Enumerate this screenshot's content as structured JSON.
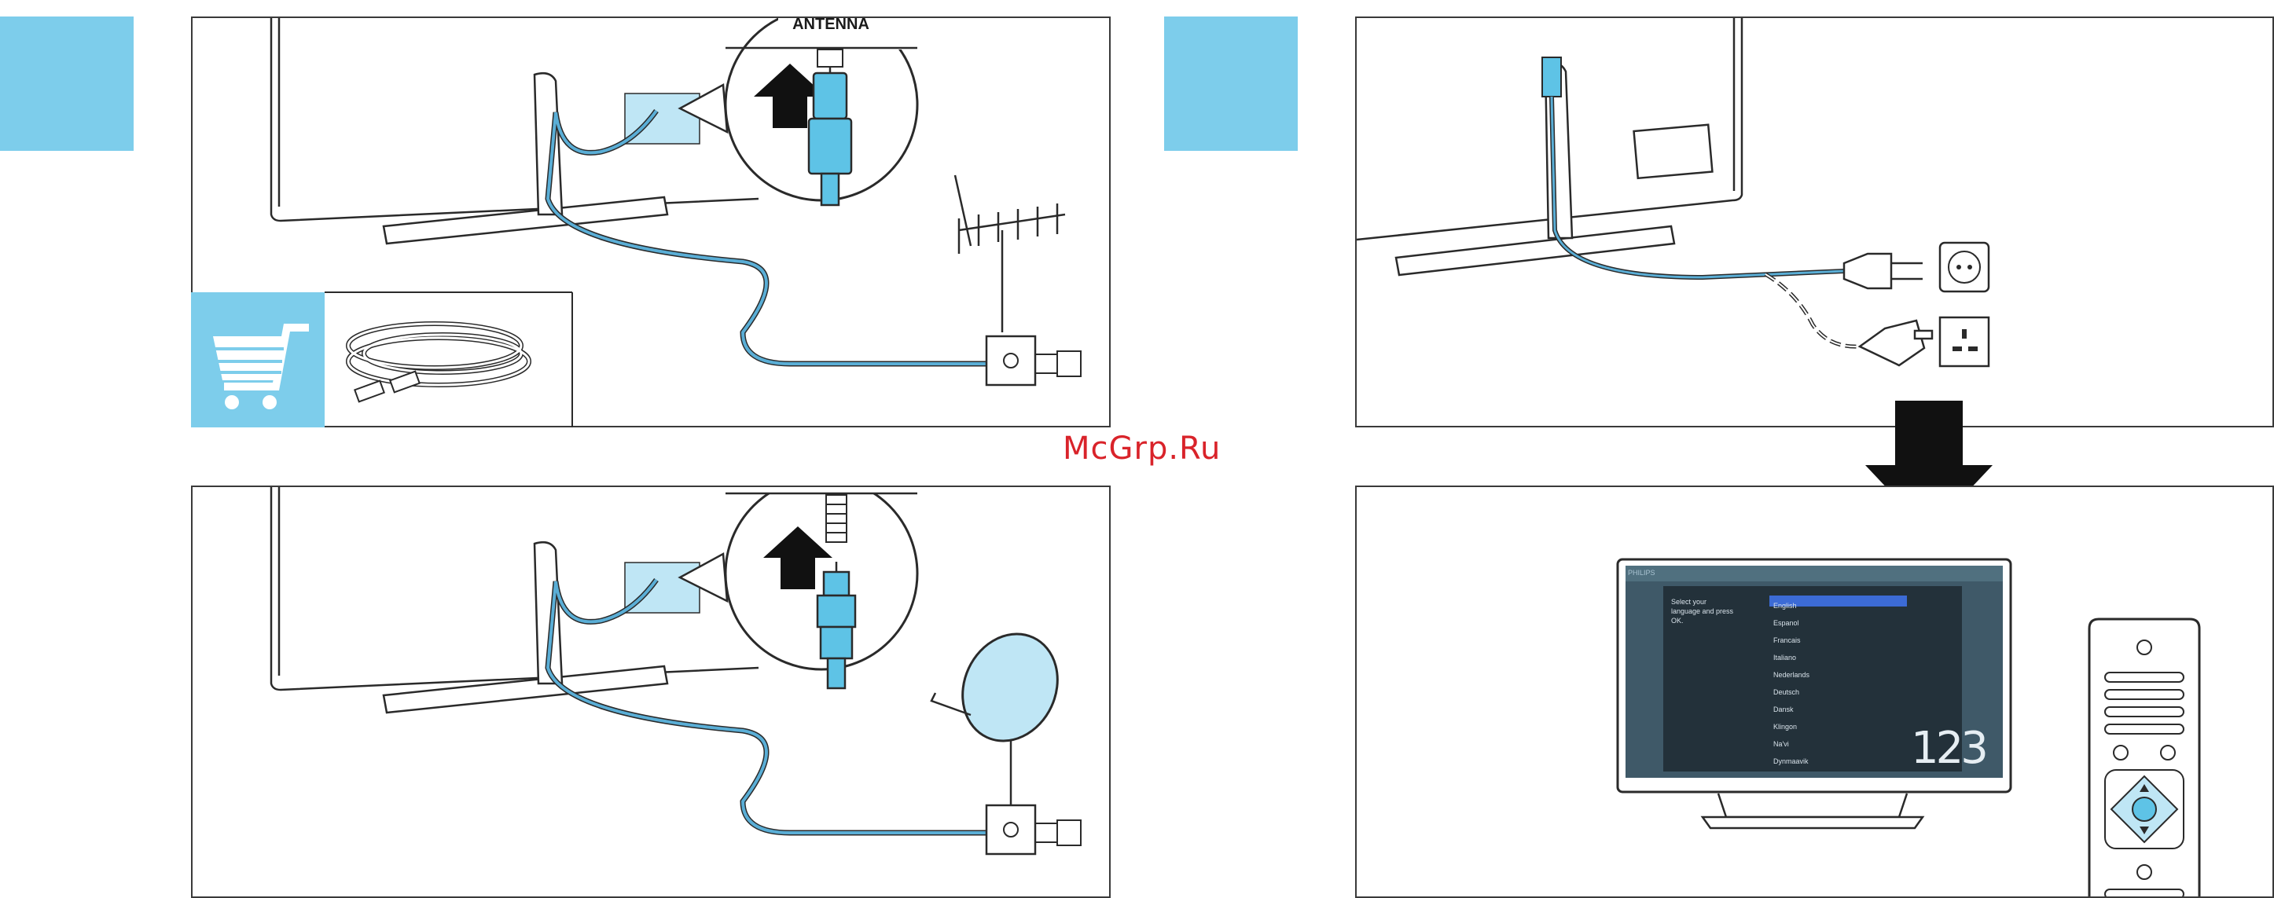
{
  "watermark": "McGrp.Ru",
  "panel_antenna": {
    "callout_label": "ANTENNA"
  },
  "tv_screen": {
    "brand": "PHILIPS",
    "prompt_lines": [
      "Select your",
      "language and press",
      "OK."
    ],
    "languages": [
      "English",
      "Espanol",
      "Francais",
      "Italiano",
      "Nederlands",
      "Deutsch",
      "Dansk",
      "Klingon",
      "Na'vi",
      "Dynmaavik"
    ],
    "channel_number": "123"
  },
  "colors": {
    "accent": "#7dcdeb",
    "cable": "#5aaed6",
    "connector": "#5ec3e6",
    "outline": "#2a2a2a"
  },
  "icons": [
    "shopping-cart-icon",
    "coax-cable-icon",
    "up-arrow-icon",
    "down-arrow-icon",
    "remote-control-icon",
    "wall-socket-icon",
    "satellite-dish-icon",
    "tv-antenna-icon"
  ]
}
